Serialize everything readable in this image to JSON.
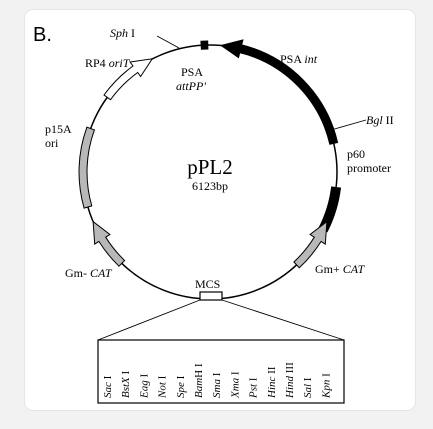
{
  "panel_label": "B.",
  "plasmid": {
    "name": "pPL2",
    "size": "6123bp"
  },
  "features": {
    "sphI": {
      "site": "Sph",
      "suffix": " I"
    },
    "psa_attpp": {
      "line1": "PSA",
      "line2": "attPP'"
    },
    "rp4_orit": {
      "plain": "RP4 ",
      "italic": "oriT"
    },
    "psa_int": {
      "plain": "PSA ",
      "italic": "int"
    },
    "bglII": {
      "site": "Bgl",
      "suffix": " II"
    },
    "p15a_ori": {
      "line1": "p15A",
      "line2": "ori"
    },
    "p60_promoter": {
      "line1": "p60",
      "line2": "promoter"
    },
    "gm_minus_cat": {
      "plain": "Gm- ",
      "italic": "CAT"
    },
    "gm_plus_cat": {
      "plain": "Gm+ ",
      "italic": "CAT"
    },
    "mcs": "MCS"
  },
  "mcs_sites": [
    {
      "site": "Sac",
      "suffix": " I"
    },
    {
      "site": "BstX",
      "suffix": " I"
    },
    {
      "site": "Eag",
      "suffix": " I"
    },
    {
      "site": "Not",
      "suffix": " I"
    },
    {
      "site": "Spe",
      "suffix": " I"
    },
    {
      "site": "Bam",
      "suffix": "H I"
    },
    {
      "site": "Sma",
      "suffix": " I"
    },
    {
      "site": "Xma",
      "suffix": " I"
    },
    {
      "site": "Pst",
      "suffix": " I"
    },
    {
      "site": "Hinc",
      "suffix": " II"
    },
    {
      "site": "Hind",
      "suffix": " III"
    },
    {
      "site": "Sal",
      "suffix": " I"
    },
    {
      "site": "Kpn",
      "suffix": " I"
    }
  ],
  "colors": {
    "dark": "#000000",
    "grey": "#b8b8b8",
    "white": "#ffffff",
    "card": "#ffffff",
    "background": "#f2f2f2"
  }
}
